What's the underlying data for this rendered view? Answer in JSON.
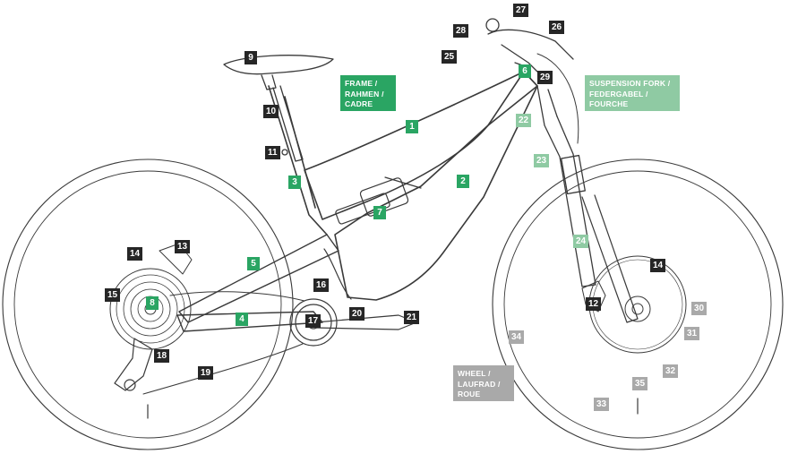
{
  "colors": {
    "frame": "#2aa563",
    "fork": "#8fcaa3",
    "wheel": "#a9a9a9",
    "dark": "#262626",
    "line": "#3a3a3a"
  },
  "groups": {
    "frame": {
      "label": "FRAME /\nRAHMEN /\nCADRE"
    },
    "fork": {
      "label": "SUSPENSION FORK /\nFEDERGABEL /\nFOURCHE"
    },
    "wheel": {
      "label": "WHEEL /\nLAUFRAD /\nROUE"
    }
  },
  "callouts": [
    {
      "id": "c1",
      "label": "1",
      "group": "frame"
    },
    {
      "id": "c2",
      "label": "2",
      "group": "frame"
    },
    {
      "id": "c3",
      "label": "3",
      "group": "frame"
    },
    {
      "id": "c4",
      "label": "4",
      "group": "frame"
    },
    {
      "id": "c5",
      "label": "5",
      "group": "frame"
    },
    {
      "id": "c6",
      "label": "6",
      "group": "frame"
    },
    {
      "id": "c7",
      "label": "7",
      "group": "frame"
    },
    {
      "id": "c8",
      "label": "8",
      "group": "frame"
    },
    {
      "id": "c9",
      "label": "9",
      "group": "dark"
    },
    {
      "id": "c10",
      "label": "10",
      "group": "dark"
    },
    {
      "id": "c11",
      "label": "11",
      "group": "dark"
    },
    {
      "id": "c12",
      "label": "12",
      "group": "dark"
    },
    {
      "id": "c13",
      "label": "13",
      "group": "dark"
    },
    {
      "id": "c14a",
      "label": "14",
      "group": "dark"
    },
    {
      "id": "c14b",
      "label": "14",
      "group": "dark"
    },
    {
      "id": "c15",
      "label": "15",
      "group": "dark"
    },
    {
      "id": "c16",
      "label": "16",
      "group": "dark"
    },
    {
      "id": "c17",
      "label": "17",
      "group": "dark"
    },
    {
      "id": "c18",
      "label": "18",
      "group": "dark"
    },
    {
      "id": "c19",
      "label": "19",
      "group": "dark"
    },
    {
      "id": "c20",
      "label": "20",
      "group": "dark"
    },
    {
      "id": "c21",
      "label": "21",
      "group": "dark"
    },
    {
      "id": "c22",
      "label": "22",
      "group": "fork"
    },
    {
      "id": "c23",
      "label": "23",
      "group": "fork"
    },
    {
      "id": "c24",
      "label": "24",
      "group": "fork"
    },
    {
      "id": "c25",
      "label": "25",
      "group": "dark"
    },
    {
      "id": "c26",
      "label": "26",
      "group": "dark"
    },
    {
      "id": "c27",
      "label": "27",
      "group": "dark"
    },
    {
      "id": "c28",
      "label": "28",
      "group": "dark"
    },
    {
      "id": "c29",
      "label": "29",
      "group": "dark"
    },
    {
      "id": "c30",
      "label": "30",
      "group": "wheel"
    },
    {
      "id": "c31",
      "label": "31",
      "group": "wheel"
    },
    {
      "id": "c32",
      "label": "32",
      "group": "wheel"
    },
    {
      "id": "c33",
      "label": "33",
      "group": "wheel"
    },
    {
      "id": "c34",
      "label": "34",
      "group": "wheel"
    },
    {
      "id": "c35",
      "label": "35",
      "group": "wheel"
    }
  ]
}
